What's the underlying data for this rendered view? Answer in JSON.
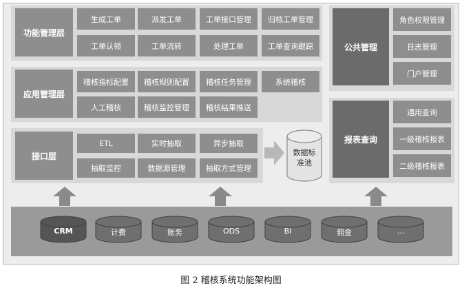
{
  "function_layer": {
    "label": "功能管理层",
    "items": [
      "生成工单",
      "派发工单",
      "工单接口管理",
      "归档工单管理",
      "工单认领",
      "工单流转",
      "处理工单",
      "工单查询跟踪"
    ]
  },
  "application_layer": {
    "label": "应用管理层",
    "items": [
      "稽核指标配置",
      "稽核规则配置",
      "稽核任务管理",
      "系统稽核",
      "人工稽核",
      "稽核监控管理",
      "稽核结果推送"
    ]
  },
  "interface_layer": {
    "label": "接口层",
    "items": [
      "ETL",
      "实时抽取",
      "异步抽取",
      "抽取监控",
      "数据源管理",
      "抽取方式管理"
    ]
  },
  "data_pool": {
    "label_line1": "数据标",
    "label_line2": "准池"
  },
  "public_management": {
    "label": "公共管理",
    "items": [
      "角色权限管理",
      "日志管理",
      "门户管理"
    ]
  },
  "report_query": {
    "label": "报表查询",
    "items": [
      "通用查询",
      "一级稽核报表",
      "二级稽核报表"
    ]
  },
  "data_sources": [
    "CRM",
    "计费",
    "账务",
    "ODS",
    "BI",
    "佣金",
    "..."
  ],
  "caption": "图 2    稽核系统功能架构图"
}
